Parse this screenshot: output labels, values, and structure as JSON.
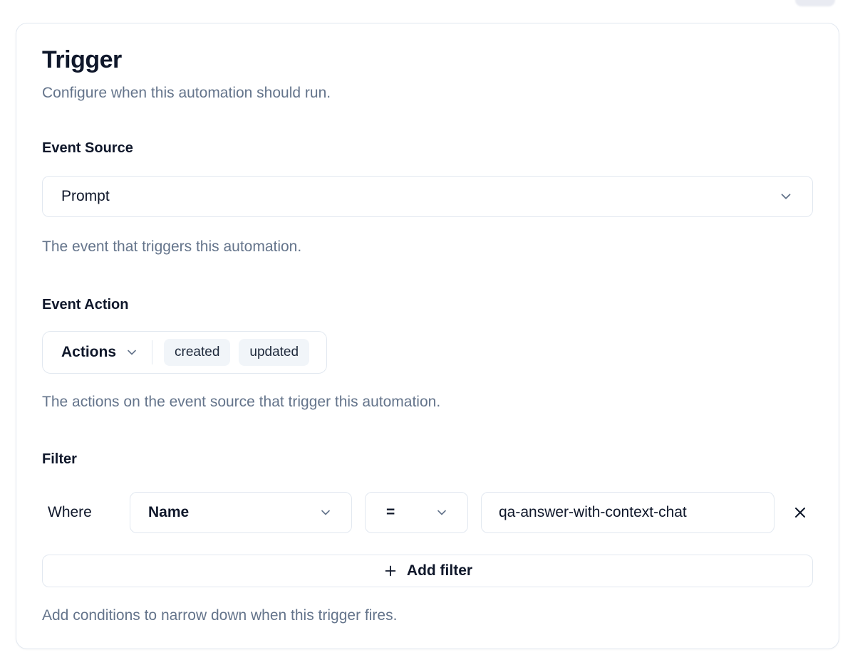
{
  "card": {
    "title": "Trigger",
    "subtitle": "Configure when this automation should run.",
    "event_source": {
      "label": "Event Source",
      "selected_value": "Prompt",
      "helper": "The event that triggers this automation."
    },
    "event_action": {
      "label": "Event Action",
      "dropdown_label": "Actions",
      "badges": [
        "created",
        "updated"
      ],
      "helper": "The actions on the event source that trigger this automation."
    },
    "filter": {
      "label": "Filter",
      "where_label": "Where",
      "field_selected_value": "Name",
      "operator_selected_value": "=",
      "value": "qa-answer-with-context-chat",
      "add_button_label": "Add filter",
      "helper": "Add conditions to narrow down when this trigger fires."
    }
  },
  "icons": {
    "chevron_down": "chevron-down-icon",
    "close": "close-icon",
    "plus": "plus-icon"
  },
  "colors": {
    "text_dark": "#0f172a",
    "text_muted": "#64748b",
    "border": "#e2e8f0",
    "badge_bg": "#f1f5f9",
    "card_bg": "#ffffff"
  }
}
